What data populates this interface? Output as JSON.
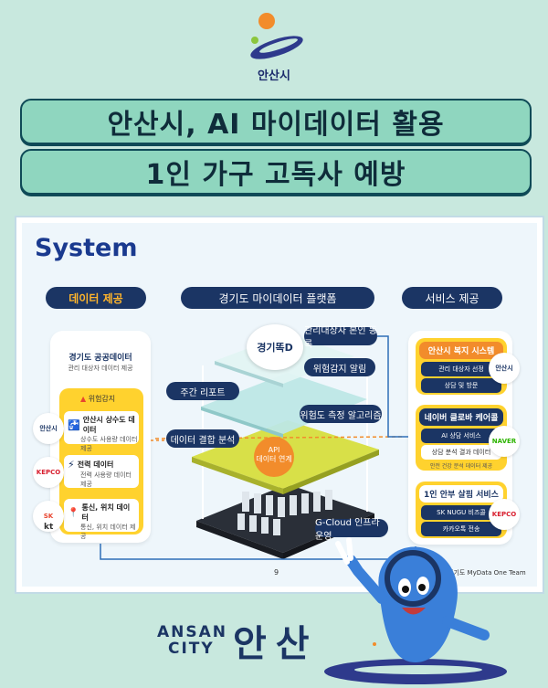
{
  "header": {
    "logo_text": "안산시"
  },
  "title": {
    "line1": "안산시, AI 마이데이터 활용",
    "line2": "1인 가구 고독사 예방"
  },
  "system": {
    "heading": "System",
    "col_left": "데이터 제공",
    "col_center": "경기도 마이데이터 플랫폼",
    "col_right": "서비스 제공",
    "left": {
      "gyeonggi_title": "경기도 공공데이터",
      "gyeonggi_sub": "관리 대상자 데이터 제공",
      "risk_label": "위험감지",
      "items": [
        {
          "label": "안산시 상수도 데이터",
          "sub": "상수도 사용량 데이터 제공"
        },
        {
          "label": "전력 데이터",
          "sub": "전력 사용량 데이터 제공"
        },
        {
          "label": "통신, 위치 데이터",
          "sub": "통신, 위치 데이터 제공"
        }
      ],
      "logos": [
        "안산시",
        "KEPCO",
        "SK",
        "kt"
      ]
    },
    "center": {
      "brand": "경기똑D",
      "tags": [
        "관리대상자 본인 동록",
        "위험감지 알림",
        "주간 리포트",
        "위험도 측정 알고리즘",
        "데이터 결합 분석"
      ],
      "api": "API\n데이터 연계",
      "cloud": "G-Cloud 인프라 운영"
    },
    "right": {
      "welfare": {
        "title": "안산시 복지 시스템",
        "items": [
          "관리 대상자 선정",
          "상담 및 방문"
        ]
      },
      "naver": {
        "title": "네이버 클로바 케어콜",
        "items": [
          "AI 상담 서비스",
          "상담 분석 결과 데이터"
        ],
        "sub": "안전 건강 분석 데이터 제공"
      },
      "sk": {
        "title": "1인 안부 살핌 서비스",
        "items": [
          "SK NUGU 비즈콜",
          "카카오톡 전송"
        ]
      },
      "logos": [
        "안산시",
        "NAVER",
        "KEPCO"
      ]
    },
    "footer": {
      "page": "9",
      "team": "경기도 MyData One Team"
    }
  },
  "bottom": {
    "city_en_1": "ANSAN",
    "city_en_2": "CITY",
    "city_kr": "안산"
  },
  "colors": {
    "bg": "#c8e8de",
    "title_pill": "#8fd6bf",
    "navy": "#1b3564",
    "yellow": "#ffd22e",
    "orange": "#ffb52b"
  }
}
